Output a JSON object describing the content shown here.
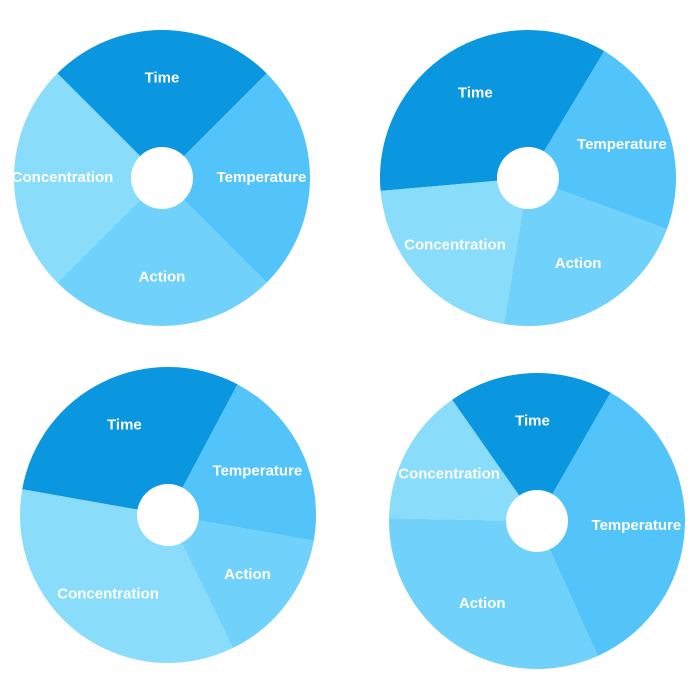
{
  "chart_data": [
    {
      "type": "pie",
      "categories": [
        "Time",
        "Temperature",
        "Action",
        "Concentration"
      ],
      "values": [
        25,
        25,
        25,
        25
      ],
      "colors": [
        "#0A97E0",
        "#52C4FA",
        "#70D2FA",
        "#8ADCFB"
      ]
    },
    {
      "type": "pie",
      "categories": [
        "Time",
        "Temperature",
        "Action",
        "Concentration"
      ],
      "values": [
        35,
        22,
        22,
        21
      ],
      "colors": [
        "#0A97E0",
        "#52C4FA",
        "#70D2FA",
        "#8ADCFB"
      ]
    },
    {
      "type": "pie",
      "categories": [
        "Time",
        "Temperature",
        "Action",
        "Concentration"
      ],
      "values": [
        30,
        20,
        15,
        35
      ],
      "colors": [
        "#0A97E0",
        "#52C4FA",
        "#70D2FA",
        "#8ADCFB"
      ]
    },
    {
      "type": "pie",
      "categories": [
        "Time",
        "Temperature",
        "Action",
        "Concentration"
      ],
      "values": [
        18,
        35,
        32,
        15
      ],
      "colors": [
        "#0A97E0",
        "#52C4FA",
        "#70D2FA",
        "#8ADCFB"
      ]
    }
  ]
}
